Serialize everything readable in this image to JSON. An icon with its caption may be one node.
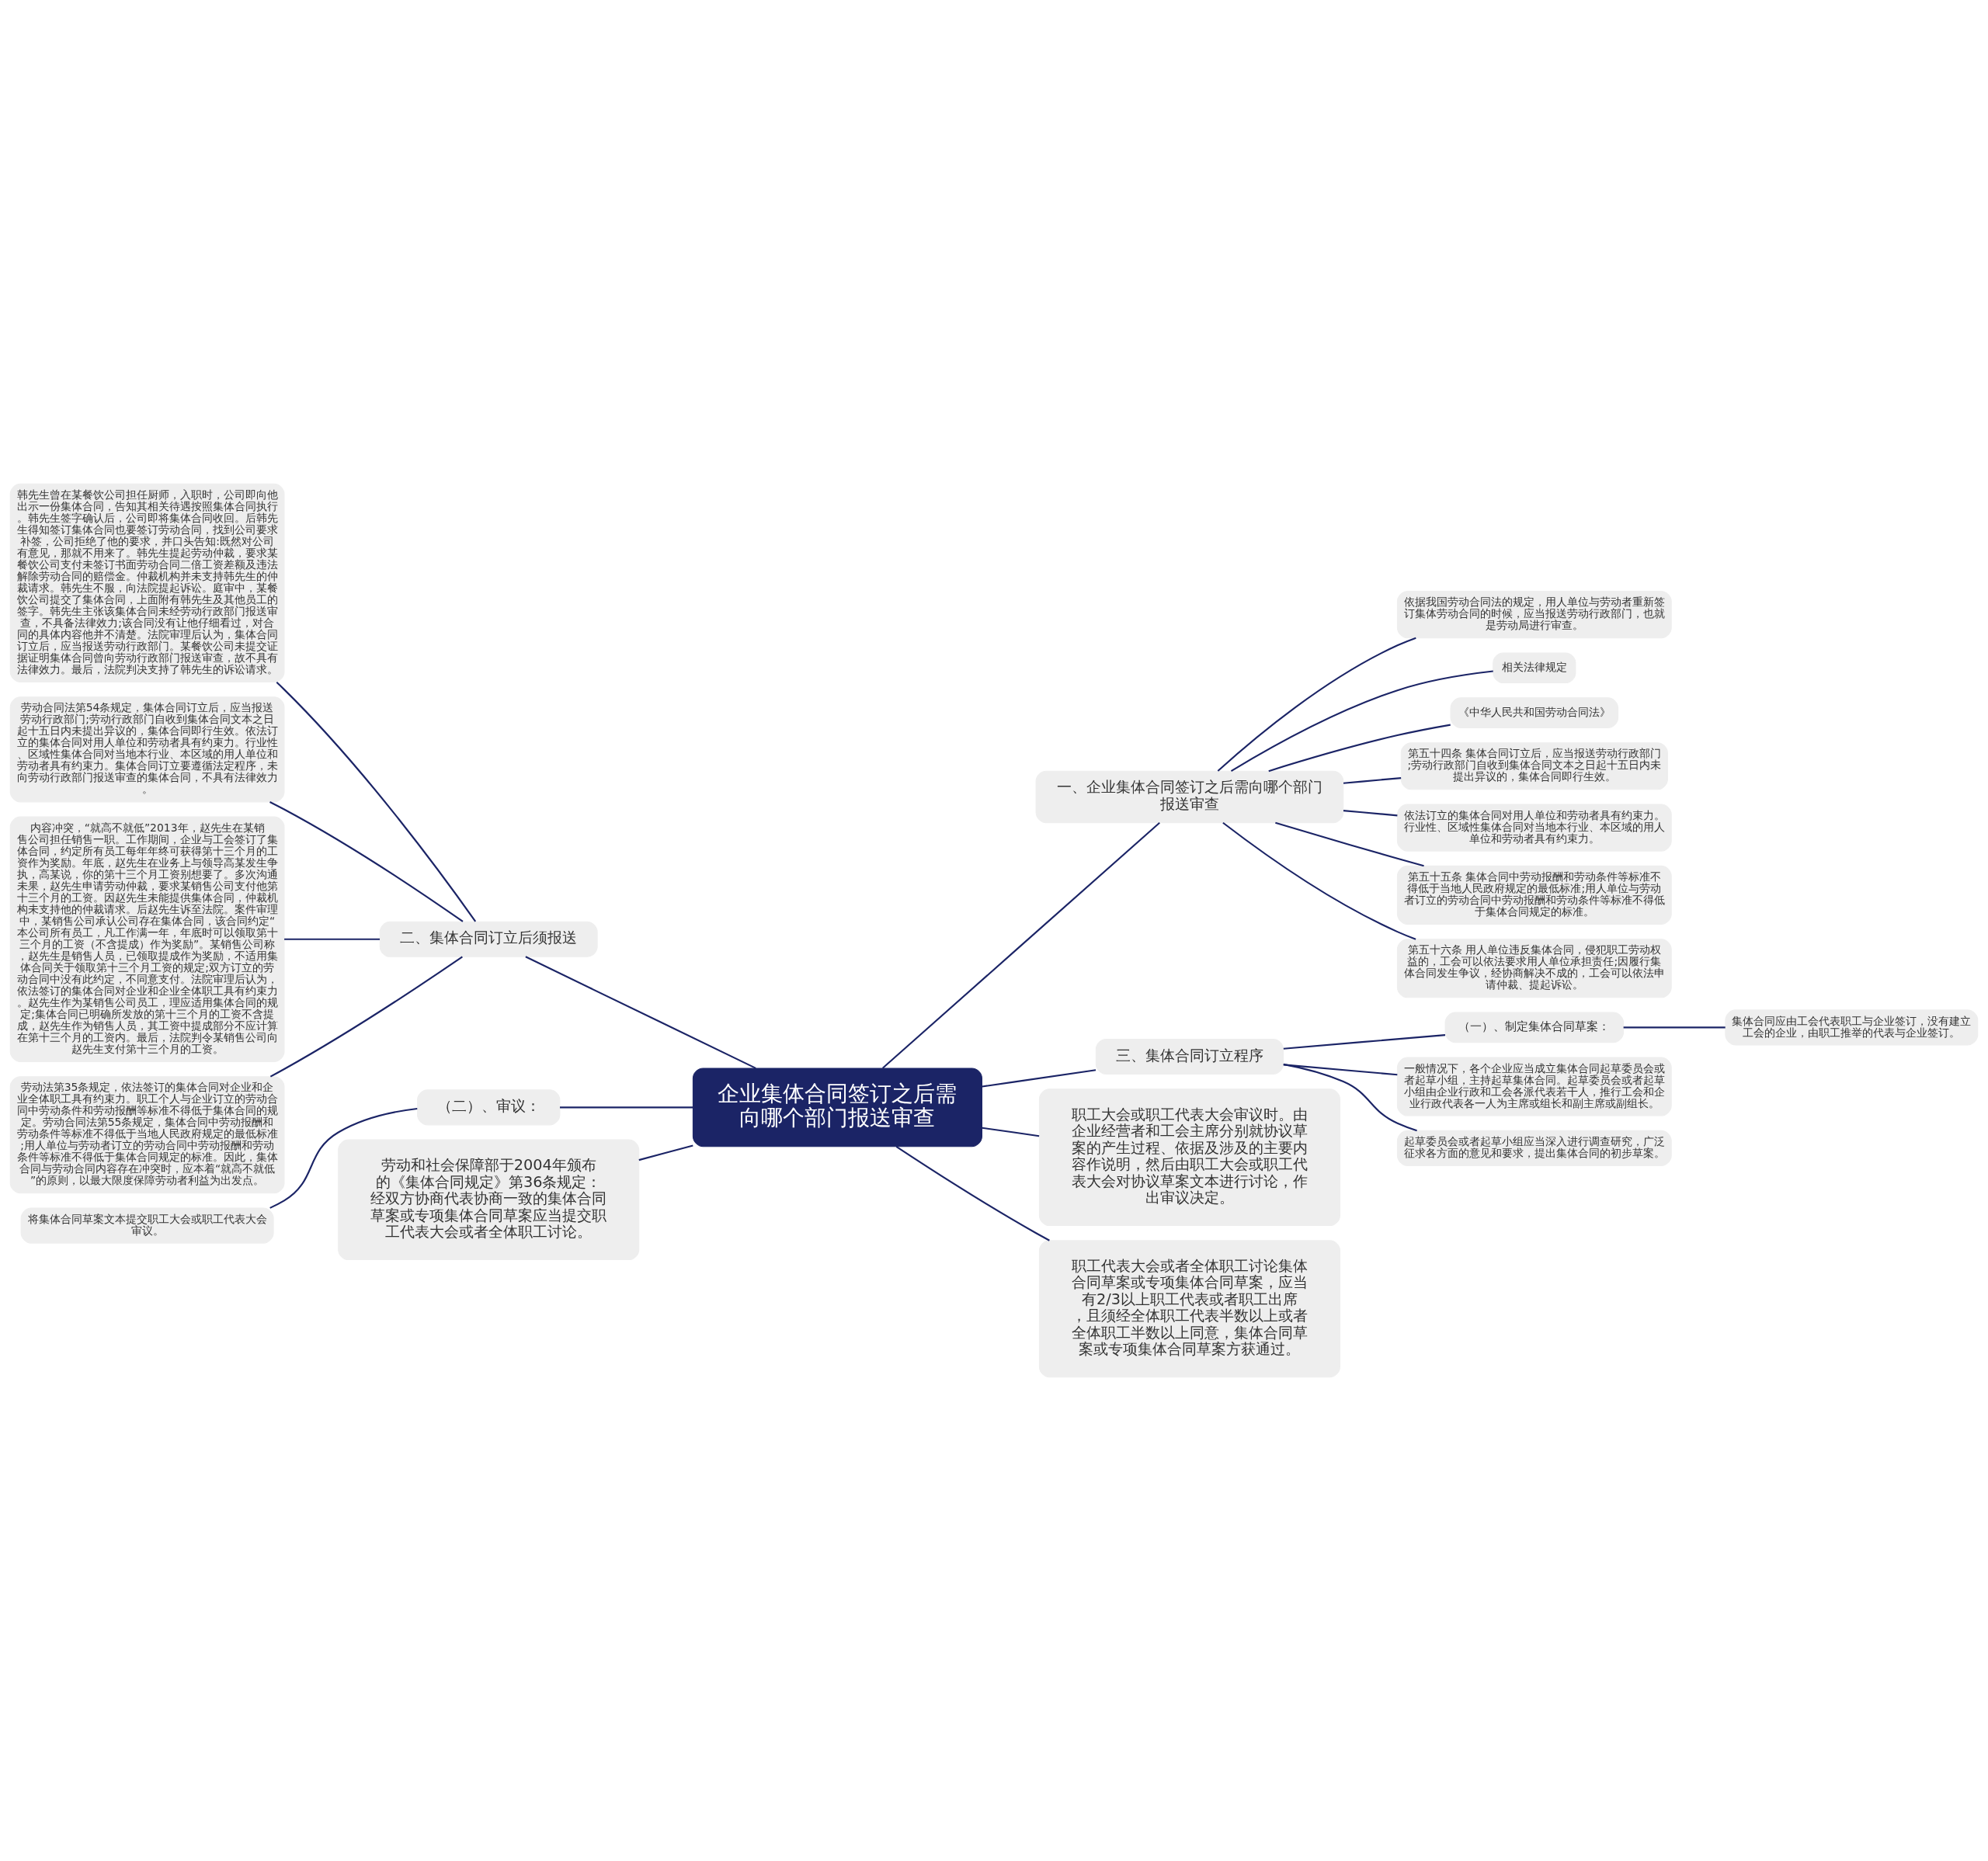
{
  "diagram": {
    "nodes": [
      {
        "text": [
          "企业集体合同签订之后需向哪个部门报送审查"
        ]
      },
      {
        "text": [
          "一、企业集体合同签订之后需向哪个部门报送审查"
        ]
      },
      {
        "text": [
          "依据我国劳动合同法的规定，用人单位与劳动者重新签订集体劳动合同的时候，应当报送劳动行政部门，也就是劳动局进行审查。"
        ]
      },
      {
        "text": [
          "相关法律规定"
        ]
      },
      {
        "text": [
          "《中华人民共和国劳动合同法》"
        ]
      },
      {
        "text": [
          "第五十四条 集体合同订立后，应当报送劳动行政部门;劳动行政部门自收到集体合同文本之日起十五日内未提出异议的，集体合同即行生效。"
        ]
      },
      {
        "text": [
          "依法订立的集体合同对用人单位和劳动者具有约束力。行业性、区域性集体合同对当地本行业、本区域的用人单位和劳动者具有约束力。"
        ]
      },
      {
        "text": [
          "第五十五条 集体合同中劳动报酬和劳动条件等标准不得低于当地人民政府规定的最低标准;用人单位与劳动者订立的劳动合同中劳动报酬和劳动条件等标准不得低于集体合同规定的标准。"
        ]
      },
      {
        "text": [
          "第五十六条 用人单位违反集体合同，侵犯职工劳动权益的，工会可以依法要求用人单位承担责任;因履行集体合同发生争议，经协商解决不成的，工会可以依法申请仲裁、提起诉讼。"
        ]
      },
      {
        "text": [
          "二、集体合同订立后须报送"
        ]
      },
      {
        "text": [
          "韩先生曾在某餐饮公司担任厨师，入职时，公司即向他出示一份集体合同，告知其相关待遇按照集体合同执行。韩先生签字确认后，公司即将集体合同收回。后韩先生得知签订集体合同也要签订劳动合同，找到公司要求补签，公司拒绝了他的要求，并口头告知:既然对公司有意见，那就不用来了。韩先生提起劳动仲裁，要求某餐饮公司支付未签订书面劳动合同二倍工资差额及违法解除劳动合同的赔偿金。仲裁机构并未支持韩先生的仲裁请求。韩先生不服，向法院提起诉讼。庭审中，某餐饮公司提交了集体合同，上面附有韩先生及其他员工的签字。韩先生主张该集体合同未经劳动行政部门报送审查，不具备法律效力;该合同没有让他仔细看过，对合同的具体内容他并不清楚。法院审理后认为，集体合同订立后，应当报送劳动行政部门。某餐饮公司未提交证据证明集体合同曾向劳动行政部门报送审查，故不具有法律效力。最后，法院判决支持了韩先生的诉讼请求。"
        ]
      },
      {
        "text": [
          "劳动合同法第54条规定，集体合同订立后，应当报送劳动行政部门;劳动行政部门自收到集体合同文本之日起十五日内未提出异议的，集体合同即行生效。依法订立的集体合同对用人单位和劳动者具有约束力。行业性、区域性集体合同对当地本行业、本区域的用人单位和劳动者具有约束力。集体合同订立要遵循法定程序，未向劳动行政部门报送审查的集体合同，不具有法律效力。"
        ]
      },
      {
        "text": [
          "内容冲突，“就高不就低”2013年，赵先生在某销售公司担任销售一职。工作期间，企业与工会签订了集体合同，约定所有员工每年年终可获得第十三个月的工资作为奖励。年底，赵先生在业务上与领导高某发生争执，高某说，你的第十三个月工资别想要了。多次沟通未果，赵先生申请劳动仲裁，要求某销售公司支付他第十三个月的工资。因赵先生未能提供集体合同，仲裁机构未支持他的仲裁请求。后赵先生诉至法院。案件审理中，某销售公司承认公司存在集体合同，该合同约定“本公司所有员工，凡工作满一年，年底时可以领取第十三个月的工资（不含提成）作为奖励”。某销售公司称，赵先生是销售人员，已领取提成作为奖励，不适用集体合同关于领取第十三个月工资的规定;双方订立的劳动合同中没有此约定，不同意支付。法院审理后认为，依法签订的集体合同对企业和企业全体职工具有约束力。赵先生作为某销售公司员工，理应适用集体合同的规定;集体合同已明确所发放的第十三个月的工资不含提成，赵先生作为销售人员，其工资中提成部分不应计算在第十三个月的工资内。最后，法院判令某销售公司向赵先生支付第十三个月的工资。"
        ]
      },
      {
        "text": [
          "劳动法第35条规定，依法签订的集体合同对企业和企业全体职工具有约束力。职工个人与企业订立的劳动合同中劳动条件和劳动报酬等标准不得低于集体合同的规定。劳动合同法第55条规定，集体合同中劳动报酬和劳动条件等标准不得低于当地人民政府规定的最低标准;用人单位与劳动者订立的劳动合同中劳动报酬和劳动条件等标准不得低于集体合同规定的标准。因此，集体合同与劳动合同内容存在冲突时，应本着“就高不就低”的原则，以最大限度保障劳动者利益为出发点。"
        ]
      },
      {
        "text": [
          "三、集体合同订立程序"
        ]
      },
      {
        "text": [
          "（一）、制定集体合同草案："
        ]
      },
      {
        "text": [
          "集体合同应由工会代表职工与企业签订，没有建立工会的企业，由职工推举的代表与企业签订。"
        ]
      },
      {
        "text": [
          "一般情况下，各个企业应当成立集体合同起草委员会或者起草小组，主持起草集体合同。起草委员会或者起草小组由企业行政和工会各派代表若干人，推行工会和企业行政代表各一人为主席或组长和副主席或副组长。"
        ]
      },
      {
        "text": [
          "起草委员会或者起草小组应当深入进行调查研究，广泛征求各方面的意见和要求，提出集体合同的初步草案。"
        ]
      },
      {
        "text": [
          "职工大会或职工代表大会审议时。由企业经营者和工会主席分别就协议草案的产生过程、依据及涉及的主要内容作说明，然后由职工大会或职工代表大会对协议草案文本进行讨论，作出审议决定。"
        ]
      },
      {
        "text": [
          "职工代表大会或者全体职工讨论集体合同草案或专项集体合同草案，应当有2/3以上职工代表或者职工出席，且须经全体职工代表半数以上或者全体职工半数以上同意，集体合同草案或专项集体合同草案方获通过。"
        ]
      },
      {
        "text": [
          "（二）、审议："
        ]
      },
      {
        "text": [
          "将集体合同草案文本提交职工大会或职工代表大会审议。"
        ]
      },
      {
        "text": [
          "劳动和社会保障部于2004年颁布的《集体合同规定》第36条规定：经双方协商代表协商一致的集体合同草案或专项集体合同草案应当提交职工代表大会或者全体职工讨论。"
        ]
      }
    ],
    "edges": [
      {
        "from": 0,
        "to": 1,
        "arrow": "none"
      },
      {
        "from": 1,
        "to": 2,
        "arrow": "none"
      },
      {
        "from": 1,
        "to": 3,
        "arrow": "none"
      },
      {
        "from": 1,
        "to": 4,
        "arrow": "none"
      },
      {
        "from": 1,
        "to": 5,
        "arrow": "none"
      },
      {
        "from": 1,
        "to": 6,
        "arrow": "none"
      },
      {
        "from": 1,
        "to": 7,
        "arrow": "none"
      },
      {
        "from": 1,
        "to": 8,
        "arrow": "none"
      },
      {
        "from": 0,
        "to": 9,
        "arrow": "none"
      },
      {
        "from": 9,
        "to": 10,
        "arrow": "none"
      },
      {
        "from": 9,
        "to": 11,
        "arrow": "none"
      },
      {
        "from": 9,
        "to": 12,
        "arrow": "none"
      },
      {
        "from": 9,
        "to": 13,
        "arrow": "none"
      },
      {
        "from": 0,
        "to": 14,
        "arrow": "none"
      },
      {
        "from": 14,
        "to": 15,
        "arrow": "none"
      },
      {
        "from": 15,
        "to": 16,
        "arrow": "none"
      },
      {
        "from": 14,
        "to": 17,
        "arrow": "none"
      },
      {
        "from": 14,
        "to": 18,
        "arrow": "none"
      },
      {
        "from": 0,
        "to": 19,
        "arrow": "none"
      },
      {
        "from": 0,
        "to": 20,
        "arrow": "none"
      },
      {
        "from": 0,
        "to": 21,
        "arrow": "none"
      },
      {
        "from": 21,
        "to": 22,
        "arrow": "none"
      },
      {
        "from": 0,
        "to": 23,
        "arrow": "none"
      }
    ]
  }
}
